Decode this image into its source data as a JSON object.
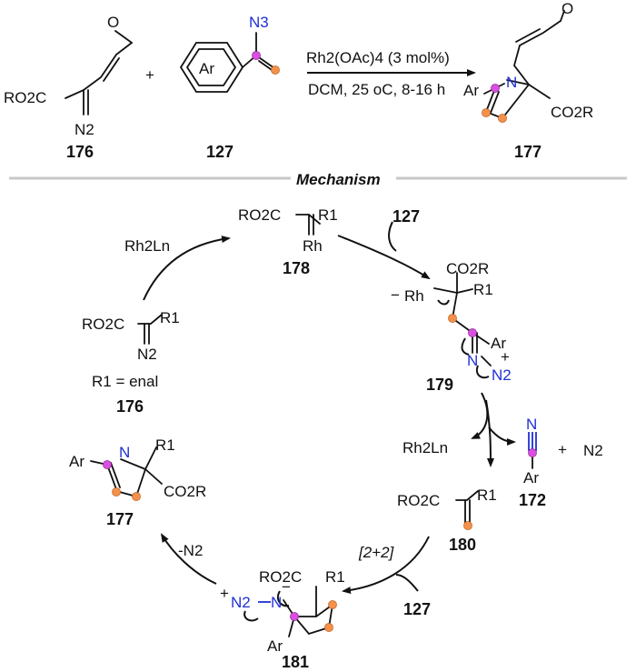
{
  "reaction": {
    "reagent_line": "Rh2(OAc)4 (3 mol%)",
    "conditions_line": "DCM, 25 oC, 8-16 h",
    "plus": "+",
    "aldehyde_o": "O",
    "reactant1_ester": "RO2C",
    "reactant1_n2": "N2",
    "reactant1_label": "176",
    "reactant2_ar": "Ar",
    "reactant2_n3": "N3",
    "reactant2_label": "127",
    "product_ar": "Ar",
    "product_n": "N",
    "product_ester": "CO2R",
    "product_label": "177"
  },
  "mechanism": {
    "title": "Mechanism",
    "cycle": {
      "c178_ester": "RO2C",
      "c178_r1": "R1",
      "c178_rh": "Rh",
      "c178_label": "178",
      "catalyst": "Rh2Ln",
      "c176_ester": "RO2C",
      "c176_r1": "R1",
      "c176_n2": "N2",
      "c176_note": "R1 = enal",
      "c176_label": "176",
      "add_127_top": "127",
      "c179_rh": "Rh",
      "c179_minus": "−",
      "c179_ester": "CO2R",
      "c179_r1": "R1",
      "c179_ar": "Ar",
      "c179_n": "N",
      "c179_n2": "N2",
      "c179_plus": "+",
      "c179_label": "179",
      "release_cat": "Rh2Ln",
      "c172_n": "N",
      "c172_ar": "Ar",
      "c172_label": "172",
      "plus_n2": "+",
      "n2_gas": "N2",
      "c180_ester": "RO2C",
      "c180_r1": "R1",
      "c180_label": "180",
      "step_22": "[2+2]",
      "add_127_bottom": "127",
      "c181_n2": "N2",
      "c181_n": "N",
      "c181_ester": "RO2C",
      "c181_r1": "R1",
      "c181_ar": "Ar",
      "c181_label": "181",
      "loss_n2": "-N2",
      "c177_ar": "Ar",
      "c177_n": "N",
      "c177_r1": "R1",
      "c177_ester": "CO2R",
      "c177_label": "177"
    }
  },
  "colors": {
    "nitrogen": "#1f2fd6",
    "marker_orange": "#f3914a",
    "marker_magenta": "#d94fe0",
    "divider": "#c8c8c8"
  }
}
